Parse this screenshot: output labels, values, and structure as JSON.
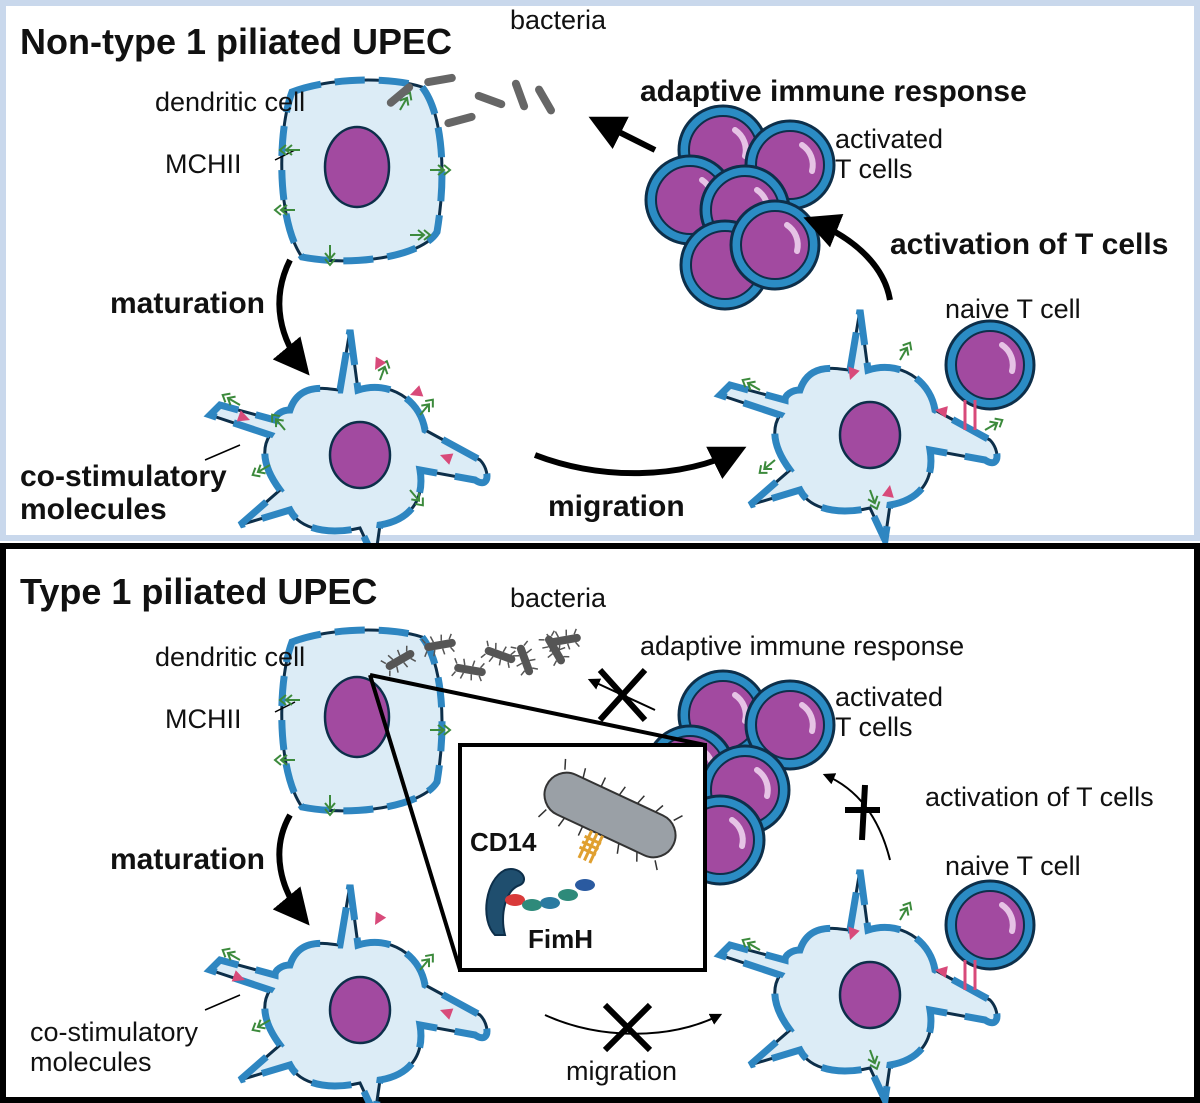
{
  "panels": [
    {
      "title": "Non-type 1 piliated UPEC",
      "labels": {
        "bacteria": "bacteria",
        "dendritic_cell": "dendritic cell",
        "mchii": "MCHII",
        "adaptive": "adaptive immune response",
        "activated": "activated\nT cells",
        "activation": "activation of T cells",
        "maturation": "maturation",
        "naive": "naive T cell",
        "costim": "co-stimulatory\nmolecules",
        "migration": "migration"
      }
    },
    {
      "title": "Type 1 piliated UPEC",
      "labels": {
        "bacteria": "bacteria",
        "dendritic_cell": "dendritic cell",
        "mchii": "MCHII",
        "adaptive": "adaptive immune response",
        "activated": "activated\nT cells",
        "activation": "activation of T cells",
        "maturation": "maturation",
        "naive": "naive T cell",
        "costim": "co-stimulatory\nmolecules",
        "migration": "migration"
      },
      "inset": {
        "cd14": "CD14",
        "fimh": "FimH"
      }
    }
  ],
  "colors": {
    "panel_border_top": "#c9d8ec",
    "panel_border_bottom": "#000000",
    "cell_fill": "#dcecf6",
    "cell_edge": "#2e86c1",
    "nucleus": "#a24aa0",
    "tcell_ring": "#2b8cc4",
    "receptor_green": "#3c8a3c",
    "costim_pink": "#d84a7a",
    "bacteria_grey": "#666666"
  }
}
